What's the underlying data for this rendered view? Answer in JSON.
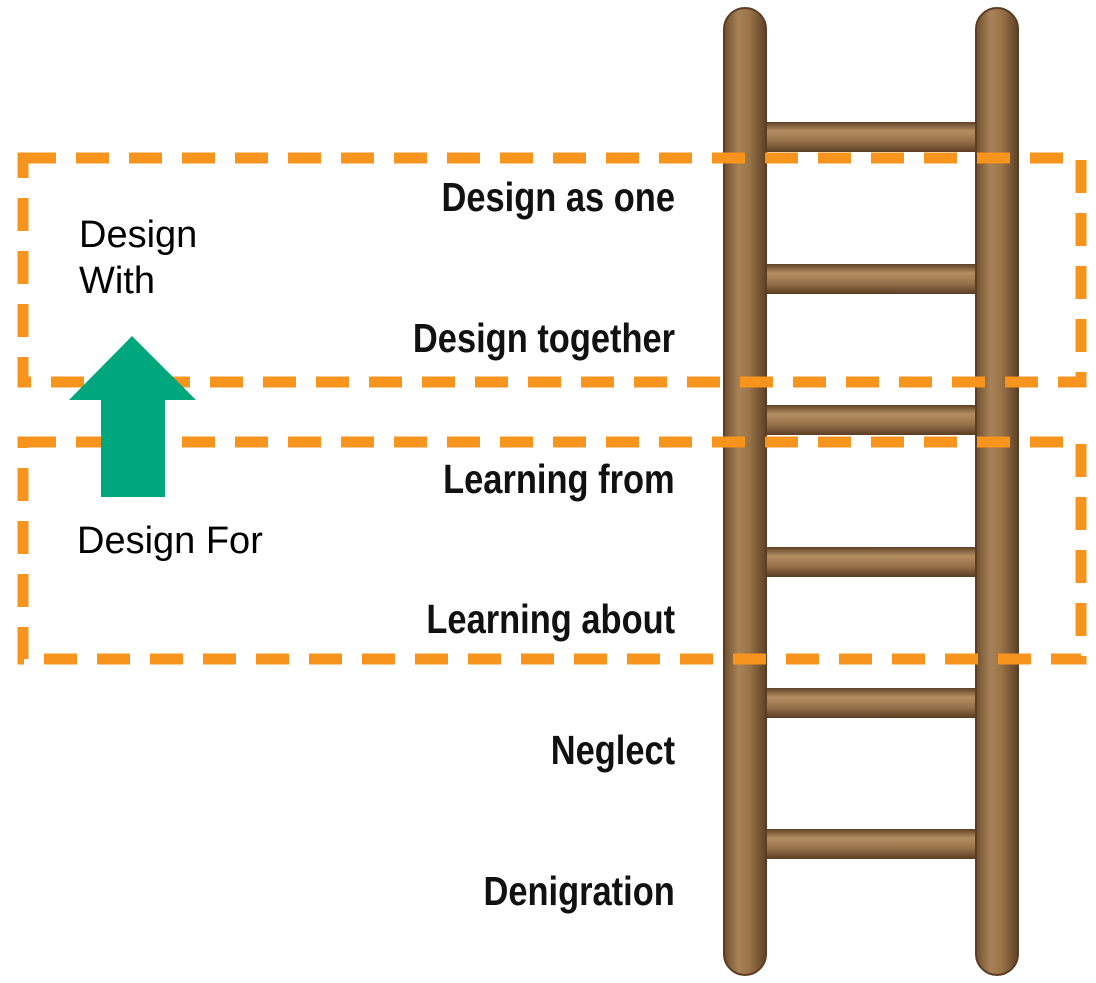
{
  "ladder": {
    "rungs": [
      {
        "label": "Design as one"
      },
      {
        "label": "Design together"
      },
      {
        "label": "Learning from"
      },
      {
        "label": "Learning about"
      },
      {
        "label": "Neglect"
      },
      {
        "label": "Denigration"
      }
    ]
  },
  "groups": {
    "with": {
      "line1": "Design",
      "line2": "With"
    },
    "for": {
      "label": "Design For"
    }
  },
  "colors": {
    "dashed_border": "#F7941D",
    "arrow": "#00A67E",
    "rail": "#A07A4E",
    "rung": "#94704A",
    "label_text": "#111111"
  },
  "icons": {
    "arrow": "up-arrow-icon",
    "ladder": "ladder-icon"
  }
}
